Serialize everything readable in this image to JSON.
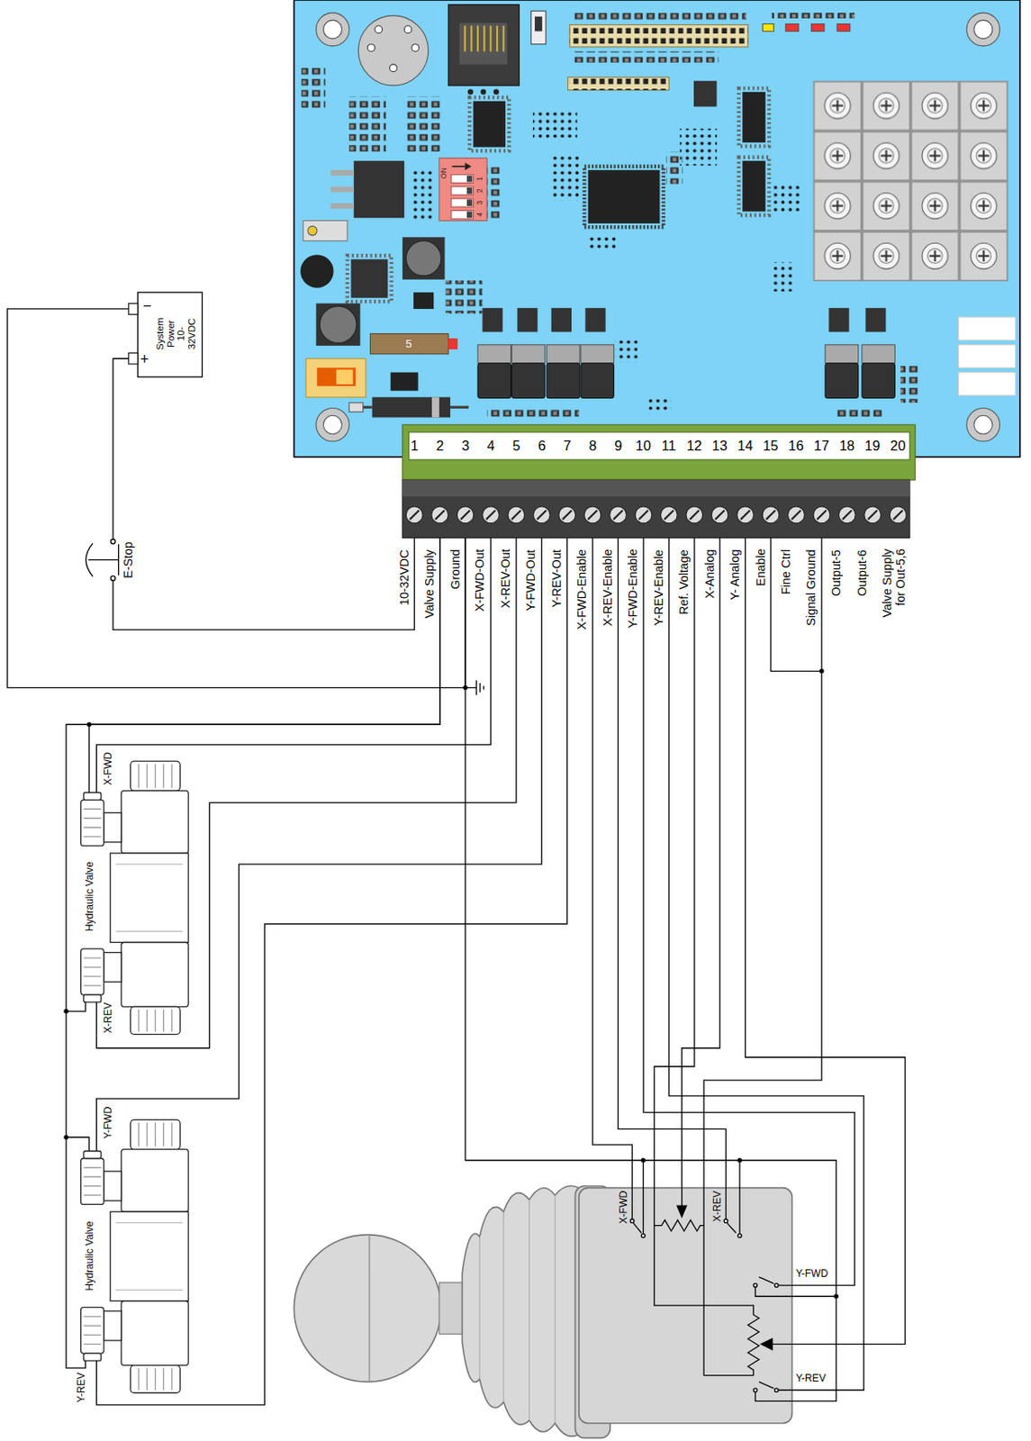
{
  "diagram": {
    "nodes": [
      {
        "text": [
          "−",
          "System Power 10-32VDC",
          "+"
        ]
      },
      {
        "text": [
          "1",
          "2",
          "3",
          "4",
          "5",
          "6",
          "7",
          "8",
          "9",
          "10",
          "11",
          "12",
          "13",
          "14",
          "15",
          "16",
          "17",
          "18",
          "19",
          "20"
        ]
      },
      {
        "text": [
          "Hydraulic Valve"
        ]
      },
      {
        "text": [
          "Hydraulic Valve"
        ]
      },
      {
        "text": [
          "X-FWD",
          "X-REV",
          "Y-FWD",
          "Y-REV"
        ]
      }
    ],
    "edges": [
      {
        "from": 0,
        "to": 1,
        "arrow": "none"
      },
      {
        "from": 0,
        "to": 1,
        "arrow": "none"
      },
      {
        "from": 1,
        "to": 2,
        "arrow": "none"
      },
      {
        "from": 1,
        "to": 3,
        "arrow": "none"
      },
      {
        "from": 1,
        "to": 2,
        "arrow": "none"
      },
      {
        "from": 1,
        "to": 2,
        "arrow": "none"
      },
      {
        "from": 1,
        "to": 3,
        "arrow": "none"
      },
      {
        "from": 1,
        "to": 3,
        "arrow": "none"
      },
      {
        "from": 1,
        "to": 4,
        "arrow": "none"
      },
      {
        "from": 1,
        "to": 4,
        "arrow": "none"
      },
      {
        "from": 1,
        "to": 4,
        "arrow": "none"
      },
      {
        "from": 1,
        "to": 4,
        "arrow": "none"
      },
      {
        "from": 1,
        "to": 4,
        "arrow": "none"
      },
      {
        "from": 1,
        "to": 4,
        "arrow": "none"
      },
      {
        "from": 1,
        "to": 4,
        "arrow": "none"
      },
      {
        "from": 1,
        "to": 4,
        "arrow": "none"
      },
      {
        "from": 1,
        "to": 4,
        "arrow": "none"
      }
    ],
    "labels": [
      "ON",
      "1",
      "2",
      "3",
      "4",
      "5",
      "E-Stop",
      "10-32VDC",
      "Valve Supply",
      "Ground",
      "X-FWD-Out",
      "X-REV-Out",
      "Y-FWD-Out",
      "Y-REV-Out",
      "X-FWD-Enable",
      "X-REV-Enable",
      "Y-FWD-Enable",
      "Y-REV-Enable",
      "Ref. Voltage",
      "X-Analog",
      "Y- Analog",
      "Enable",
      "Fine Ctrl",
      "Signal Ground",
      "Output-5",
      "Output-6",
      "Valve Supply for Out-5,6",
      "X-FWD",
      "X-REV",
      "Y-FWD",
      "Y-REV"
    ]
  }
}
